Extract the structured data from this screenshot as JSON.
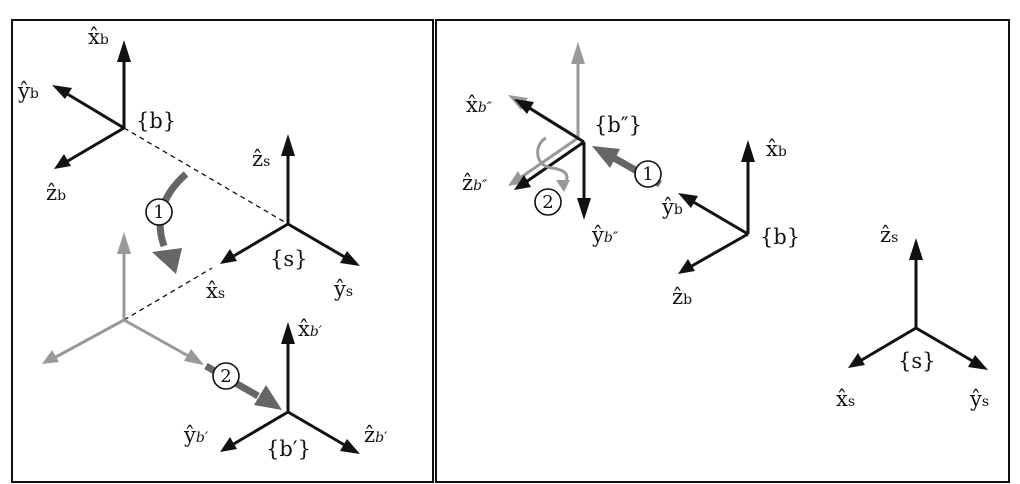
{
  "panels": [
    {
      "id": "left",
      "frames": {
        "b": {
          "label": "{b}",
          "x_axis": {
            "base": "x",
            "sub": "b"
          },
          "y_axis": {
            "base": "y",
            "sub": "b"
          },
          "z_axis": {
            "base": "z",
            "sub": "b"
          }
        },
        "s": {
          "label": "{s}",
          "x_axis": {
            "base": "x",
            "sub": "s"
          },
          "y_axis": {
            "base": "y",
            "sub": "s"
          },
          "z_axis": {
            "base": "z",
            "sub": "s"
          }
        },
        "b_prime": {
          "label": "{b′}",
          "x_axis": {
            "base": "x",
            "sub": "b′"
          },
          "y_axis": {
            "base": "y",
            "sub": "b′"
          },
          "z_axis": {
            "base": "z",
            "sub": "b′"
          }
        }
      },
      "steps": [
        "1",
        "2"
      ]
    },
    {
      "id": "right",
      "frames": {
        "b_dprime": {
          "label": "{b″}",
          "x_axis": {
            "base": "x",
            "sub": "b″"
          },
          "y_axis": {
            "base": "y",
            "sub": "b″"
          },
          "z_axis": {
            "base": "z",
            "sub": "b″"
          }
        },
        "b": {
          "label": "{b}",
          "x_axis": {
            "base": "x",
            "sub": "b"
          },
          "y_axis": {
            "base": "y",
            "sub": "b"
          },
          "z_axis": {
            "base": "z",
            "sub": "b"
          }
        },
        "s": {
          "label": "{s}",
          "x_axis": {
            "base": "x",
            "sub": "s"
          },
          "y_axis": {
            "base": "y",
            "sub": "s"
          },
          "z_axis": {
            "base": "z",
            "sub": "s"
          }
        }
      },
      "steps": [
        "1",
        "2"
      ]
    }
  ],
  "colors": {
    "ink": "#111111",
    "ghost": "#999999",
    "motion": "#666666"
  }
}
